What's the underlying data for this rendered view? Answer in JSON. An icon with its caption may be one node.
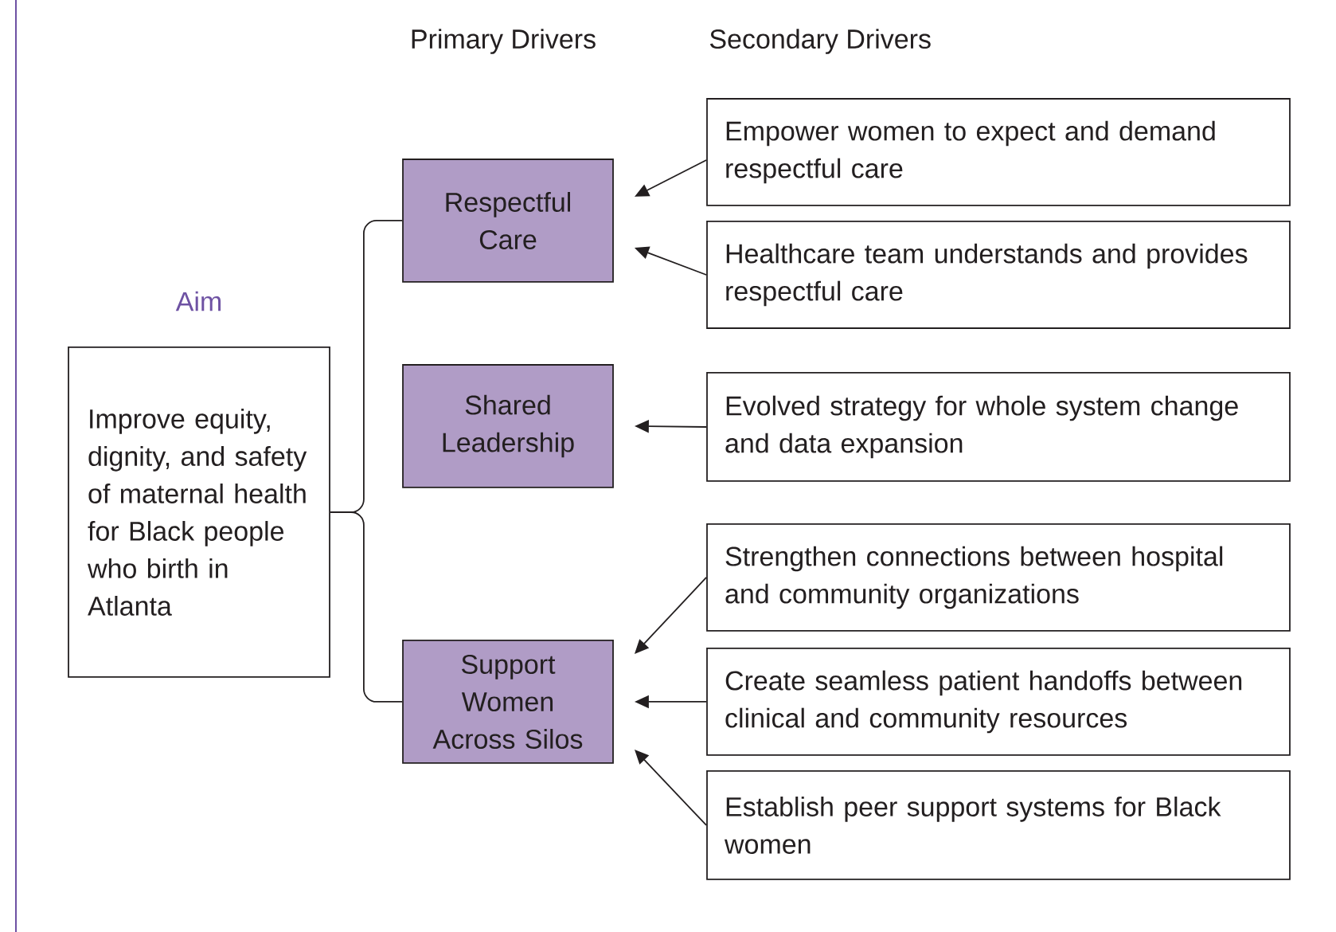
{
  "diagram": {
    "nodes": [
      {
        "text": [
          "Aim",
          "Improve equity, dignity, and safety of maternal health for Black people who birth in Atlanta"
        ]
      },
      {
        "text": [
          "Respectful Care"
        ]
      },
      {
        "text": [
          "Shared Leadership"
        ]
      },
      {
        "text": [
          "Support Women Across Silos"
        ]
      },
      {
        "text": [
          "Empower women to expect and demand respectful care"
        ]
      },
      {
        "text": [
          "Healthcare team understands and provides respectful care"
        ]
      },
      {
        "text": [
          "Evolved strategy for whole system change and data expansion"
        ]
      },
      {
        "text": [
          "Strengthen connections between hospital and community organizations"
        ]
      },
      {
        "text": [
          "Create seamless patient handoffs between clinical and community resources"
        ]
      },
      {
        "text": [
          "Establish peer support systems for Black women"
        ]
      }
    ],
    "edges": [
      {
        "from": 0,
        "to": 1,
        "arrow": "none"
      },
      {
        "from": 0,
        "to": 3,
        "arrow": "none"
      },
      {
        "from": 4,
        "to": 1,
        "arrow": "to"
      },
      {
        "from": 5,
        "to": 1,
        "arrow": "to"
      },
      {
        "from": 6,
        "to": 2,
        "arrow": "to"
      },
      {
        "from": 7,
        "to": 3,
        "arrow": "to"
      },
      {
        "from": 8,
        "to": 3,
        "arrow": "to"
      },
      {
        "from": 9,
        "to": 3,
        "arrow": "to"
      }
    ],
    "labels": [
      "Primary Drivers",
      "Secondary Drivers"
    ]
  }
}
